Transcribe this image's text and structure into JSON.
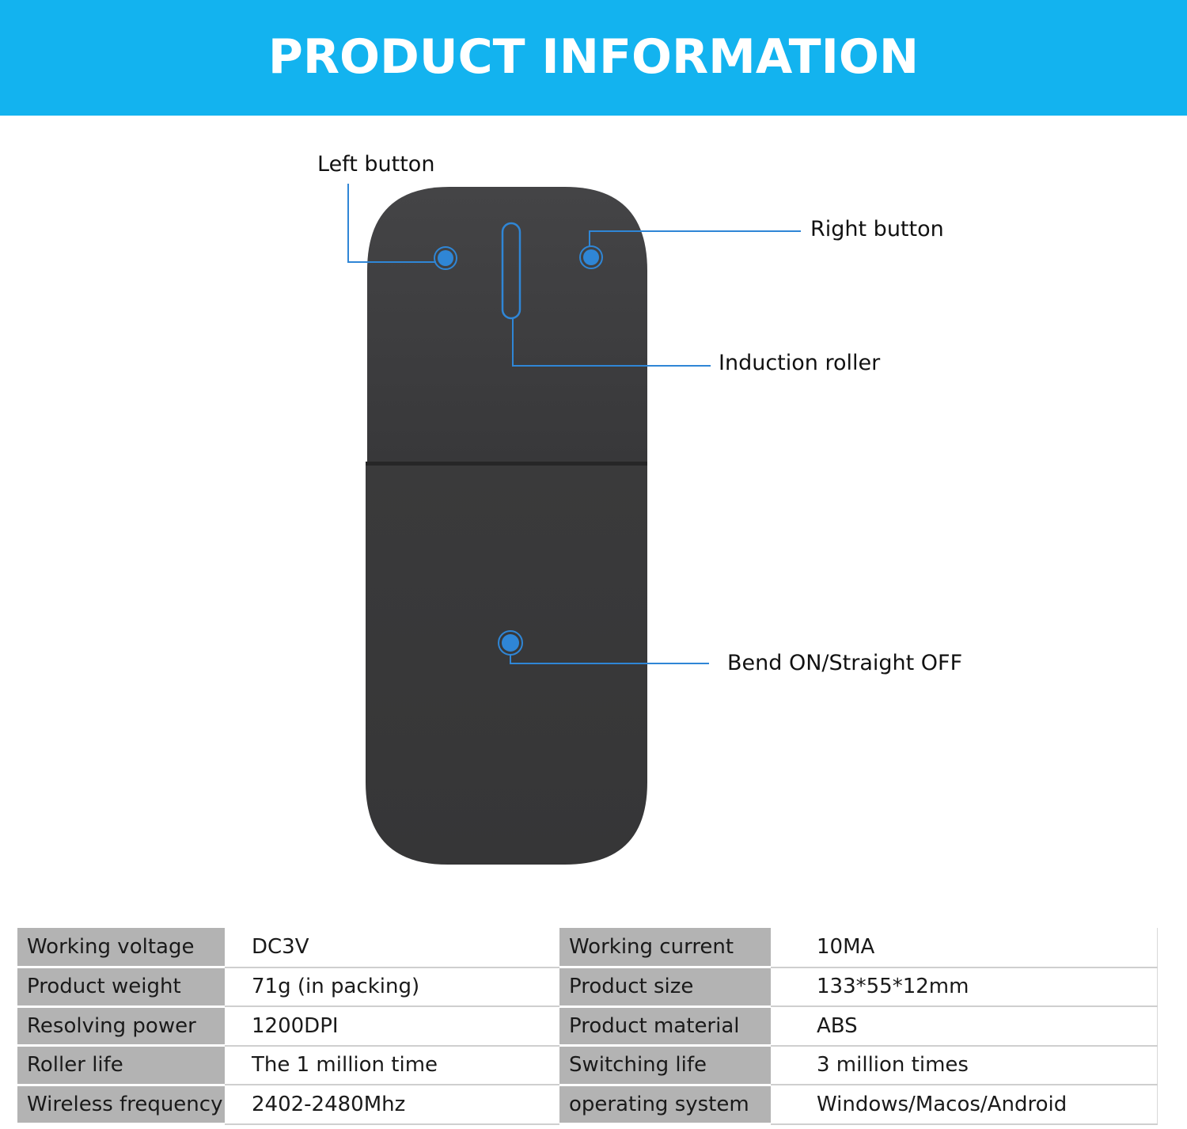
{
  "banner": {
    "title": "PRODUCT INFORMATION"
  },
  "callouts": {
    "left_button": "Left button",
    "right_button": "Right button",
    "induction_roller": "Induction roller",
    "bend_switch": "Bend ON/Straight OFF"
  },
  "colors": {
    "banner": "#13b3ef",
    "mouse_body": "#3b3b3c",
    "callout_line": "#2f86d6",
    "table_key": "#b3b3b3"
  },
  "specs": [
    {
      "key1": "Working voltage",
      "val1": "DC3V",
      "key2": "Working current",
      "val2": "10MA"
    },
    {
      "key1": "Product weight",
      "val1": "71g (in packing)",
      "key2": "Product size",
      "val2": "133*55*12mm"
    },
    {
      "key1": "Resolving power",
      "val1": "1200DPI",
      "key2": "Product material",
      "val2": "ABS"
    },
    {
      "key1": "Roller life",
      "val1": "The 1 million time",
      "key2": "Switching life",
      "val2": "3 million times"
    },
    {
      "key1": "Wireless frequency",
      "val1": "2402-2480Mhz",
      "key2": "operating system",
      "val2": "Windows/Macos/Android"
    }
  ]
}
